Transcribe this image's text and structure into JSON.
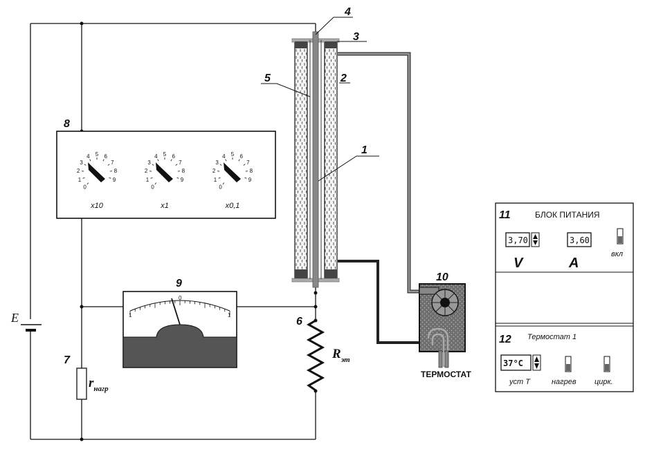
{
  "labels": {
    "source": "E",
    "r_heater_main": "r",
    "r_heater_sub": "нагр",
    "r_standard_main": "R",
    "r_standard_sub": "эт",
    "thermostat": "ТЕРМОСТАТ"
  },
  "numbers": [
    "1",
    "2",
    "3",
    "4",
    "5",
    "6",
    "7",
    "8",
    "9",
    "10",
    "11",
    "12"
  ],
  "decade_box": {
    "multipliers": [
      "x10",
      "x1",
      "x0,1"
    ],
    "digits": [
      "0",
      "1",
      "2",
      "3",
      "4",
      "5",
      "6",
      "7",
      "8",
      "9"
    ]
  },
  "galvanometer": {
    "scale": [
      "1",
      "0",
      "1"
    ]
  },
  "power_unit": {
    "title": "БЛОК ПИТАНИЯ",
    "voltage_display": "3,70",
    "current_display": "3,60",
    "voltage_symbol": "V",
    "current_symbol": "A",
    "switch_label": "вкл"
  },
  "thermostat_panel": {
    "title": "Термостат 1",
    "temperature_display": "37°C",
    "set_label": "уст Т",
    "heater_label": "нагрев",
    "circulation_label": "цирк."
  },
  "colors": {
    "line": "#111111",
    "panel_fill": "#555555",
    "rod": "#888888",
    "fluid": "#666666"
  }
}
